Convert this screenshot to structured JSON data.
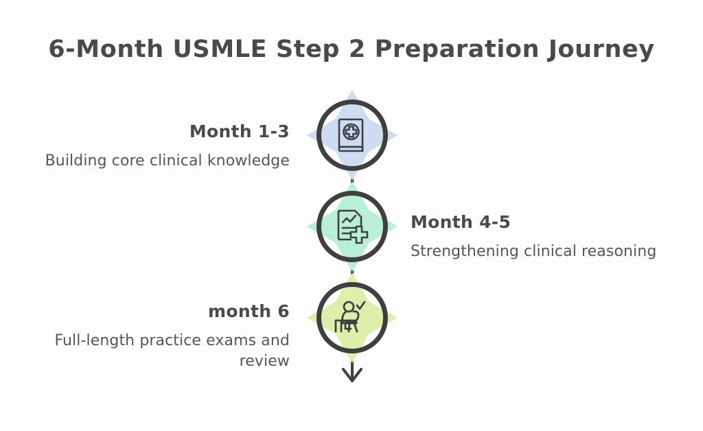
{
  "page": {
    "title": "6-Month USMLE Step 2 Preparation Journey",
    "background_color": "#fdfdfd",
    "text_color": "#4a4a4a",
    "body_text_color": "#56575b",
    "outline_color": "#3f3f3f"
  },
  "timeline": {
    "orientation": "vertical",
    "connector_color": "#3f3f3f",
    "end_marker": "down-arrow",
    "milestones": [
      {
        "label": "Month 1-3",
        "description": "Building core clinical knowledge",
        "side": "left",
        "icon": "medical-book-icon",
        "blob_color": "#cddcf3"
      },
      {
        "label": "Month 4-5",
        "description": "Strengthening clinical reasoning",
        "side": "right",
        "icon": "clinical-report-icon",
        "blob_color": "#b7f0d4"
      },
      {
        "label": "month 6",
        "description": "Full-length practice exams and review",
        "side": "left",
        "icon": "student-studying-icon",
        "blob_color": "#ddf0a9"
      }
    ]
  }
}
